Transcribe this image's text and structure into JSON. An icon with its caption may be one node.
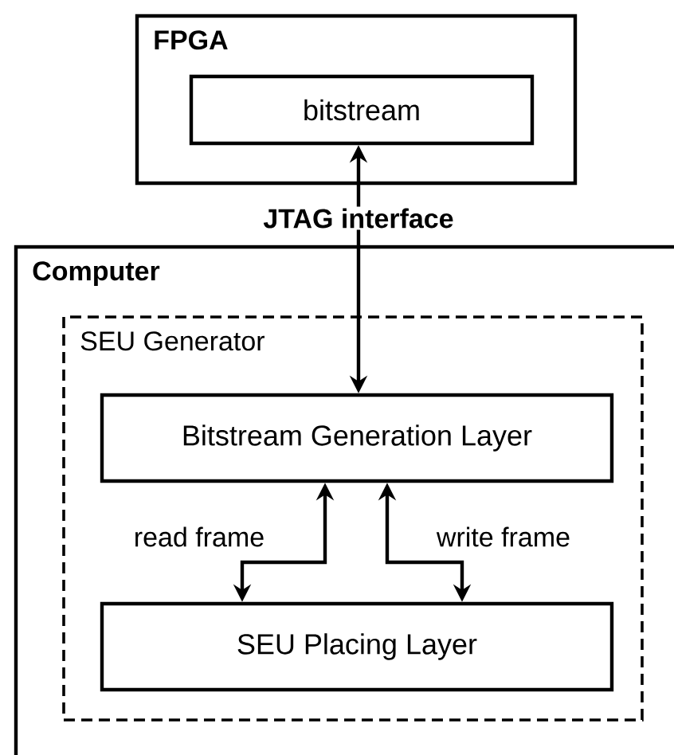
{
  "diagram": {
    "nodes": [
      {
        "text": [
          "FPGA"
        ]
      },
      {
        "text": [
          "bitstream"
        ],
        "in": 0
      },
      {
        "text": [
          "Computer"
        ]
      },
      {
        "text": [
          "SEU Generator"
        ],
        "in": 2
      },
      {
        "text": [
          "Bitstream Generation Layer"
        ],
        "in": 3
      },
      {
        "text": [
          "SEU Placing Layer"
        ],
        "in": 3
      }
    ],
    "edges": [
      {
        "from": 1,
        "to": 4,
        "arrow": "both",
        "label": "JTAG interface"
      },
      {
        "from": 4,
        "to": 5,
        "arrow": "both",
        "label": "read frame"
      },
      {
        "from": 4,
        "to": 5,
        "arrow": "both",
        "label": "write frame"
      }
    ]
  }
}
